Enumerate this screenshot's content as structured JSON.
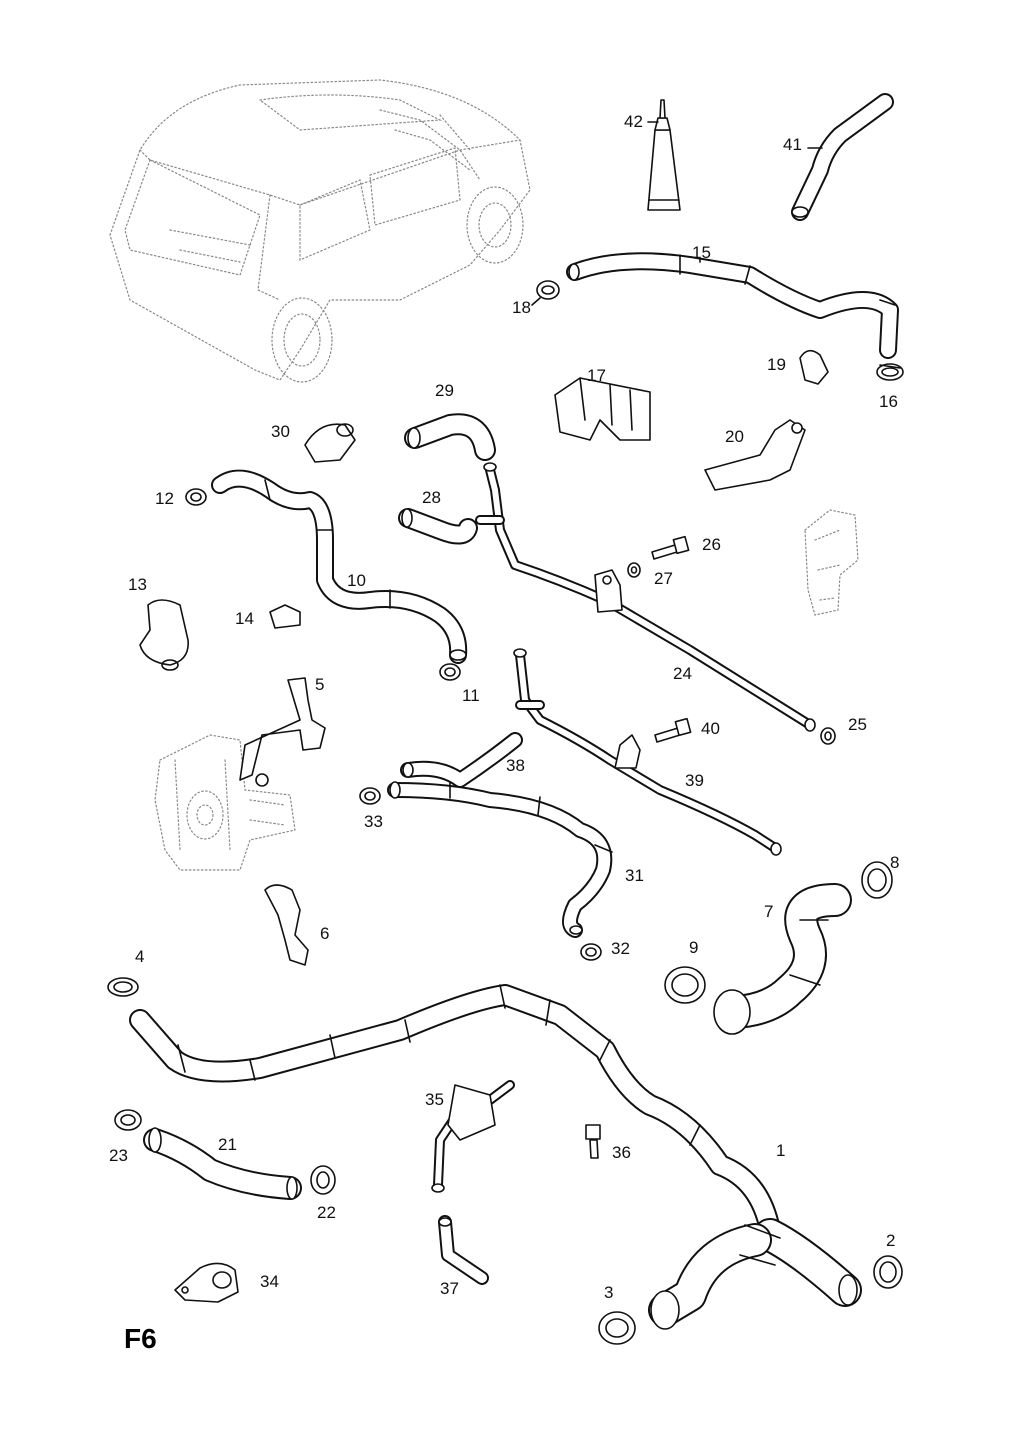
{
  "sheet_label": "F6",
  "part_labels": {
    "p1": "1",
    "p2": "2",
    "p3": "3",
    "p4": "4",
    "p5": "5",
    "p6": "6",
    "p7": "7",
    "p8": "8",
    "p9": "9",
    "p10": "10",
    "p11": "11",
    "p12": "12",
    "p13": "13",
    "p14": "14",
    "p15": "15",
    "p16": "16",
    "p17": "17",
    "p18": "18",
    "p19": "19",
    "p20": "20",
    "p21": "21",
    "p22": "22",
    "p23": "23",
    "p24": "24",
    "p25": "25",
    "p26": "26",
    "p27": "27",
    "p28": "28",
    "p29": "29",
    "p30": "30",
    "p31": "31",
    "p32": "32",
    "p33": "33",
    "p34": "34",
    "p35": "35",
    "p36": "36",
    "p37": "37",
    "p38": "38",
    "p39": "39",
    "p40": "40",
    "p41": "41",
    "p42": "42"
  }
}
